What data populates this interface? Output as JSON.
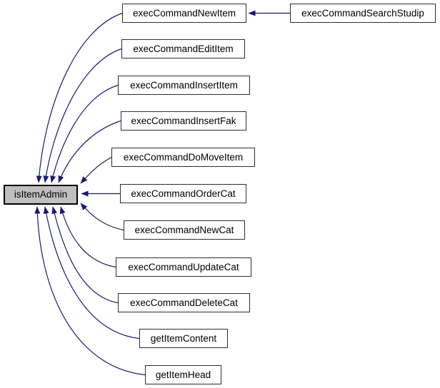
{
  "diagram_type": "doxygen-caller-graph",
  "colors": {
    "edge": "#191970",
    "node_fill": "#ffffff",
    "node_border": "#2e2e2e",
    "highlight_fill": "#bfbfbf",
    "highlight_border": "#000000",
    "background": "#ffffff"
  },
  "nodes": [
    {
      "id": "isItemAdmin",
      "label": "isItemAdmin",
      "highlighted": true
    },
    {
      "id": "execCommandNewItem",
      "label": "execCommandNewItem",
      "highlighted": false
    },
    {
      "id": "execCommandSearchStudip",
      "label": "execCommandSearchStudip",
      "highlighted": false
    },
    {
      "id": "execCommandEditItem",
      "label": "execCommandEditItem",
      "highlighted": false
    },
    {
      "id": "execCommandInsertItem",
      "label": "execCommandInsertItem",
      "highlighted": false
    },
    {
      "id": "execCommandInsertFak",
      "label": "execCommandInsertFak",
      "highlighted": false
    },
    {
      "id": "execCommandDoMoveItem",
      "label": "execCommandDoMoveItem",
      "highlighted": false
    },
    {
      "id": "execCommandOrderCat",
      "label": "execCommandOrderCat",
      "highlighted": false
    },
    {
      "id": "execCommandNewCat",
      "label": "execCommandNewCat",
      "highlighted": false
    },
    {
      "id": "execCommandUpdateCat",
      "label": "execCommandUpdateCat",
      "highlighted": false
    },
    {
      "id": "execCommandDeleteCat",
      "label": "execCommandDeleteCat",
      "highlighted": false
    },
    {
      "id": "getItemContent",
      "label": "getItemContent",
      "highlighted": false
    },
    {
      "id": "getItemHead",
      "label": "getItemHead",
      "highlighted": false
    }
  ],
  "edges": [
    {
      "from": "execCommandSearchStudip",
      "to": "execCommandNewItem"
    },
    {
      "from": "execCommandNewItem",
      "to": "isItemAdmin"
    },
    {
      "from": "execCommandEditItem",
      "to": "isItemAdmin"
    },
    {
      "from": "execCommandInsertItem",
      "to": "isItemAdmin"
    },
    {
      "from": "execCommandInsertFak",
      "to": "isItemAdmin"
    },
    {
      "from": "execCommandDoMoveItem",
      "to": "isItemAdmin"
    },
    {
      "from": "execCommandOrderCat",
      "to": "isItemAdmin"
    },
    {
      "from": "execCommandNewCat",
      "to": "isItemAdmin"
    },
    {
      "from": "execCommandUpdateCat",
      "to": "isItemAdmin"
    },
    {
      "from": "execCommandDeleteCat",
      "to": "isItemAdmin"
    },
    {
      "from": "getItemContent",
      "to": "isItemAdmin"
    },
    {
      "from": "getItemHead",
      "to": "isItemAdmin"
    }
  ]
}
